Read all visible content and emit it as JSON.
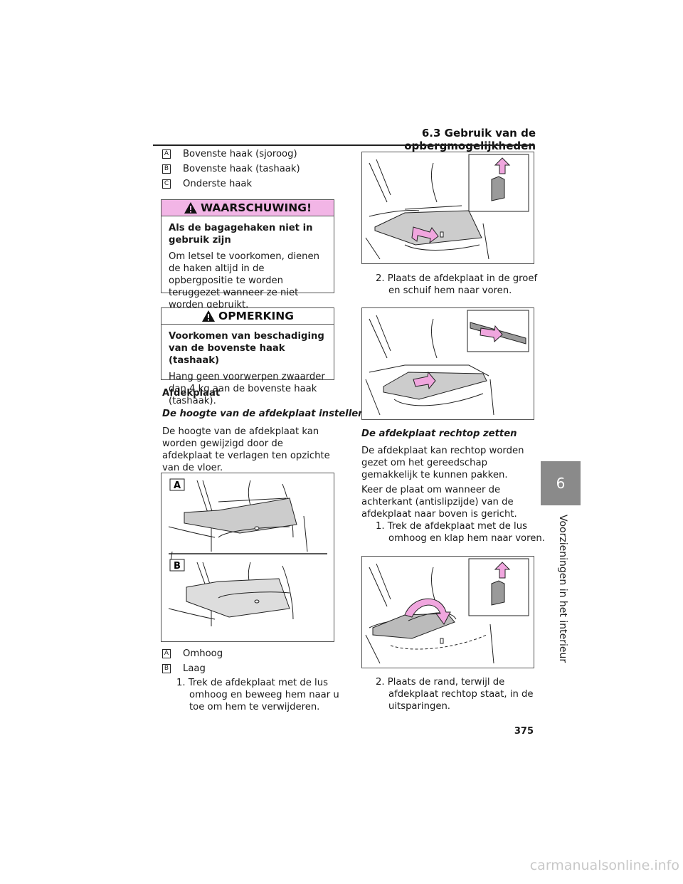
{
  "header": {
    "section_title": "6.3  Gebruik van de opbergmogelijkheden"
  },
  "legend_top": [
    {
      "key": "A",
      "text": "Bovenste haak (sjoroog)"
    },
    {
      "key": "B",
      "text": "Bovenste haak (tashaak)"
    },
    {
      "key": "C",
      "text": "Onderste haak"
    }
  ],
  "warning": {
    "title": "WAARSCHUWING!",
    "subtitle": "Als de bagagehaken niet in gebruik zijn",
    "text": "Om letsel te voorkomen, dienen de haken altijd in de opbergpositie te worden teruggezet wanneer ze niet worden gebruikt."
  },
  "notice": {
    "title": "OPMERKING",
    "subtitle": "Voorkomen van beschadiging van de bovenste haak (tashaak)",
    "text": "Hang geen voorwerpen zwaarder dan 4 kg aan de bovenste haak (tashaak)."
  },
  "left": {
    "heading": "Afdekplaat",
    "subheading": "De hoogte van de afdekplaat instellen",
    "paragraph": "De hoogte van de afdekplaat kan worden gewijzigd door de afdekplaat te verlagen ten opzichte van de vloer.",
    "figure_labels": [
      "A",
      "B"
    ],
    "legend": [
      {
        "key": "A",
        "text": "Omhoog"
      },
      {
        "key": "B",
        "text": "Laag"
      }
    ],
    "step1": "1. Trek de afdekplaat met de lus omhoog en beweeg hem naar u toe om hem te verwijderen."
  },
  "right": {
    "step2a": "2. Plaats de afdekplaat in de groef en schuif hem naar voren.",
    "subheading": "De afdekplaat rechtop zetten",
    "paragraph1": "De afdekplaat kan rechtop worden gezet om het gereedschap gemakkelijk te kunnen pakken.",
    "paragraph2": "Keer de plaat om wanneer de achterkant (antislipzijde) van de afdekplaat naar boven is gericht.",
    "step1": "1. Trek de afdekplaat met de lus omhoog en klap hem naar voren.",
    "step2b": "2. Plaats de rand, terwijl de afdekplaat rechtop staat, in de uitsparingen."
  },
  "side_tab": {
    "number": "6",
    "label": "Voorzieningen in het interieur"
  },
  "page_number": "375",
  "watermark": "carmanualsonline.info",
  "colors": {
    "warning_bg": "#f2b5e6",
    "arrow": "#f0a6de",
    "tab": "#8a8a8a"
  },
  "icons": [
    "warning-triangle-icon",
    "up-arrow-icon"
  ]
}
